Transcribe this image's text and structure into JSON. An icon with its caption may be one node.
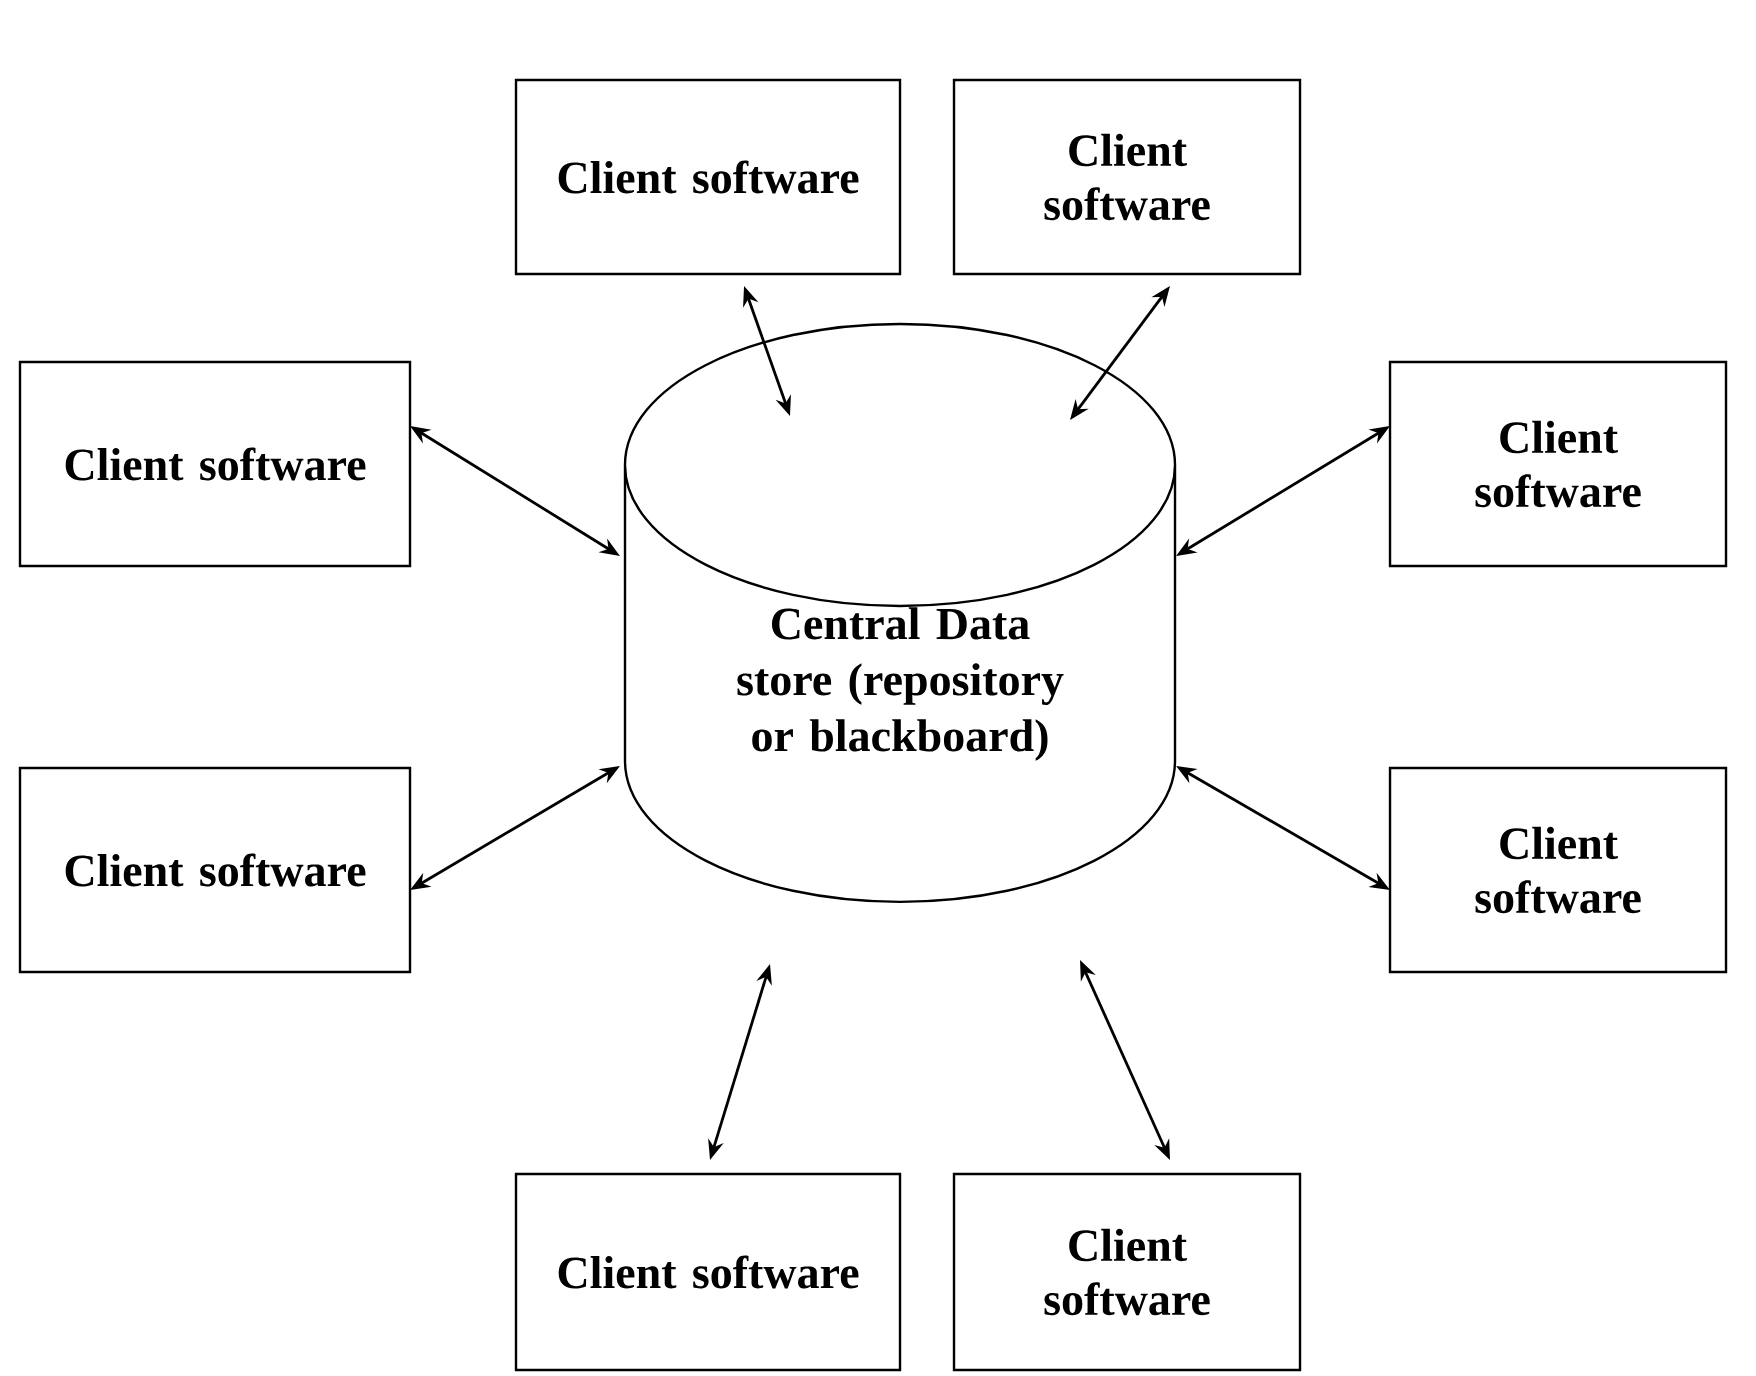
{
  "diagram": {
    "nodes": [
      {
        "text": [
          "Client software"
        ]
      },
      {
        "text": [
          "Client software"
        ]
      },
      {
        "text": [
          "Client software"
        ]
      },
      {
        "text": [
          "Client software"
        ]
      },
      {
        "text": [
          "Central Data store (repository or blackboard)"
        ]
      },
      {
        "text": [
          "Client software"
        ]
      },
      {
        "text": [
          "Client software"
        ]
      },
      {
        "text": [
          "Client software"
        ]
      },
      {
        "text": [
          "Client software"
        ]
      }
    ],
    "edges": [
      {
        "from": 0,
        "to": 4,
        "arrow": "both"
      },
      {
        "from": 1,
        "to": 4,
        "arrow": "both"
      },
      {
        "from": 2,
        "to": 4,
        "arrow": "both"
      },
      {
        "from": 3,
        "to": 4,
        "arrow": "both"
      },
      {
        "from": 5,
        "to": 4,
        "arrow": "both"
      },
      {
        "from": 6,
        "to": 4,
        "arrow": "both"
      },
      {
        "from": 7,
        "to": 4,
        "arrow": "both"
      },
      {
        "from": 8,
        "to": 4,
        "arrow": "both"
      }
    ]
  }
}
